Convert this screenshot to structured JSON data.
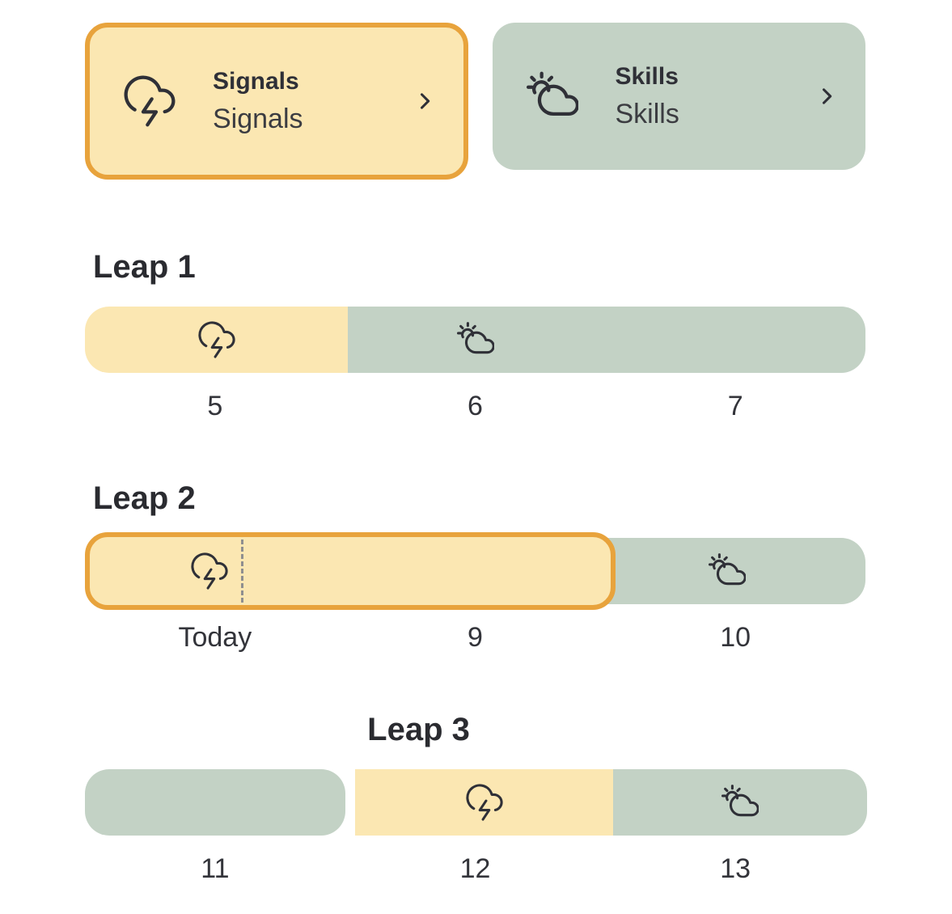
{
  "colors": {
    "signals_fill": "#FBE7B2",
    "signals_border": "#E8A33C",
    "skills_fill": "#C3D2C5",
    "text_dark": "#2F3037"
  },
  "cards": [
    {
      "title": "Signals",
      "subtitle": "Signals",
      "icon": "storm-icon",
      "selected": true
    },
    {
      "title": "Skills",
      "subtitle": "Skills",
      "icon": "sun-cloud-icon",
      "selected": false
    }
  ],
  "leaps": [
    {
      "title": "Leap 1",
      "title_align": "left",
      "day_labels": [
        "5",
        "6",
        "7"
      ],
      "segments": [
        {
          "kind": "signals",
          "icon": "storm-icon",
          "width_pct": 33.7
        },
        {
          "kind": "skills",
          "icon": "sun-cloud-icon",
          "width_pct": 66.3,
          "icon_pos_pct": 24.7
        }
      ]
    },
    {
      "title": "Leap 2",
      "title_align": "left",
      "day_labels": [
        "Today",
        "9",
        "10"
      ],
      "segments": [
        {
          "kind": "signals",
          "icon": "storm-icon",
          "width_pct": 68,
          "icon_pos_pct": 23,
          "highlighted": true,
          "today_marker_pct": 29
        },
        {
          "kind": "skills",
          "icon": "sun-cloud-icon",
          "width_pct": 32
        }
      ]
    },
    {
      "title": "Leap 3",
      "title_align": "center",
      "day_labels": [
        "11",
        "12",
        "13"
      ],
      "segments": [
        {
          "kind": "skills",
          "width_pct": 33.4,
          "detached": true
        },
        {
          "kind": "signals",
          "icon": "storm-icon",
          "width_pct": 33
        },
        {
          "kind": "skills",
          "icon": "sun-cloud-icon",
          "width_pct": 32.6
        }
      ]
    }
  ]
}
